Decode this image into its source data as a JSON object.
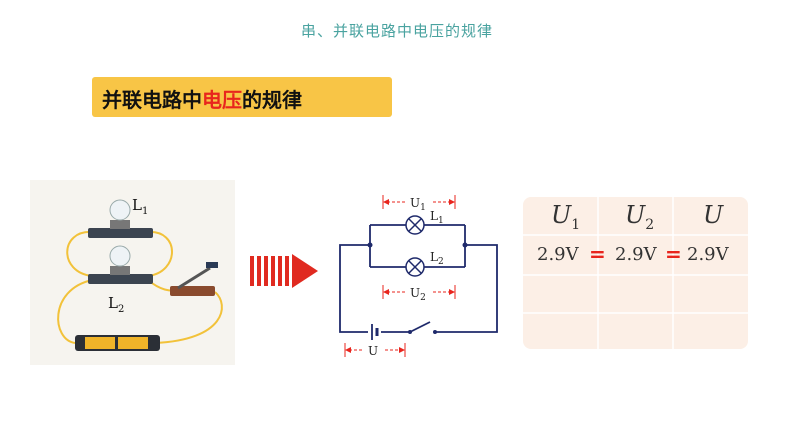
{
  "slide": {
    "title": "串、并联电路中电压的规律",
    "topic_prefix": "并联电路中",
    "topic_highlight": "电压",
    "topic_suffix": "的规律"
  },
  "photo": {
    "label_l1": "L",
    "label_l1_sub": "1",
    "label_l2": "L",
    "label_l2_sub": "2"
  },
  "circuit": {
    "u1_label": "U",
    "u1_sub": "1",
    "u2_label": "U",
    "u2_sub": "2",
    "u_label": "U",
    "l1_label": "L",
    "l1_sub": "1",
    "l2_label": "L",
    "l2_sub": "2"
  },
  "table": {
    "headers": [
      {
        "base": "U",
        "sub": "1"
      },
      {
        "base": "U",
        "sub": "2"
      },
      {
        "base": "U",
        "sub": ""
      }
    ],
    "row1": [
      "2.9V",
      "2.9V",
      "2.9V"
    ],
    "equals": "="
  },
  "colors": {
    "title": "#4aa3a0",
    "highlight_box": "#f8c546",
    "accent_red": "#e8251d",
    "wire": "#1f2a6b",
    "photo_wire": "#f2c23a",
    "table_bg": "#fcefe6"
  }
}
